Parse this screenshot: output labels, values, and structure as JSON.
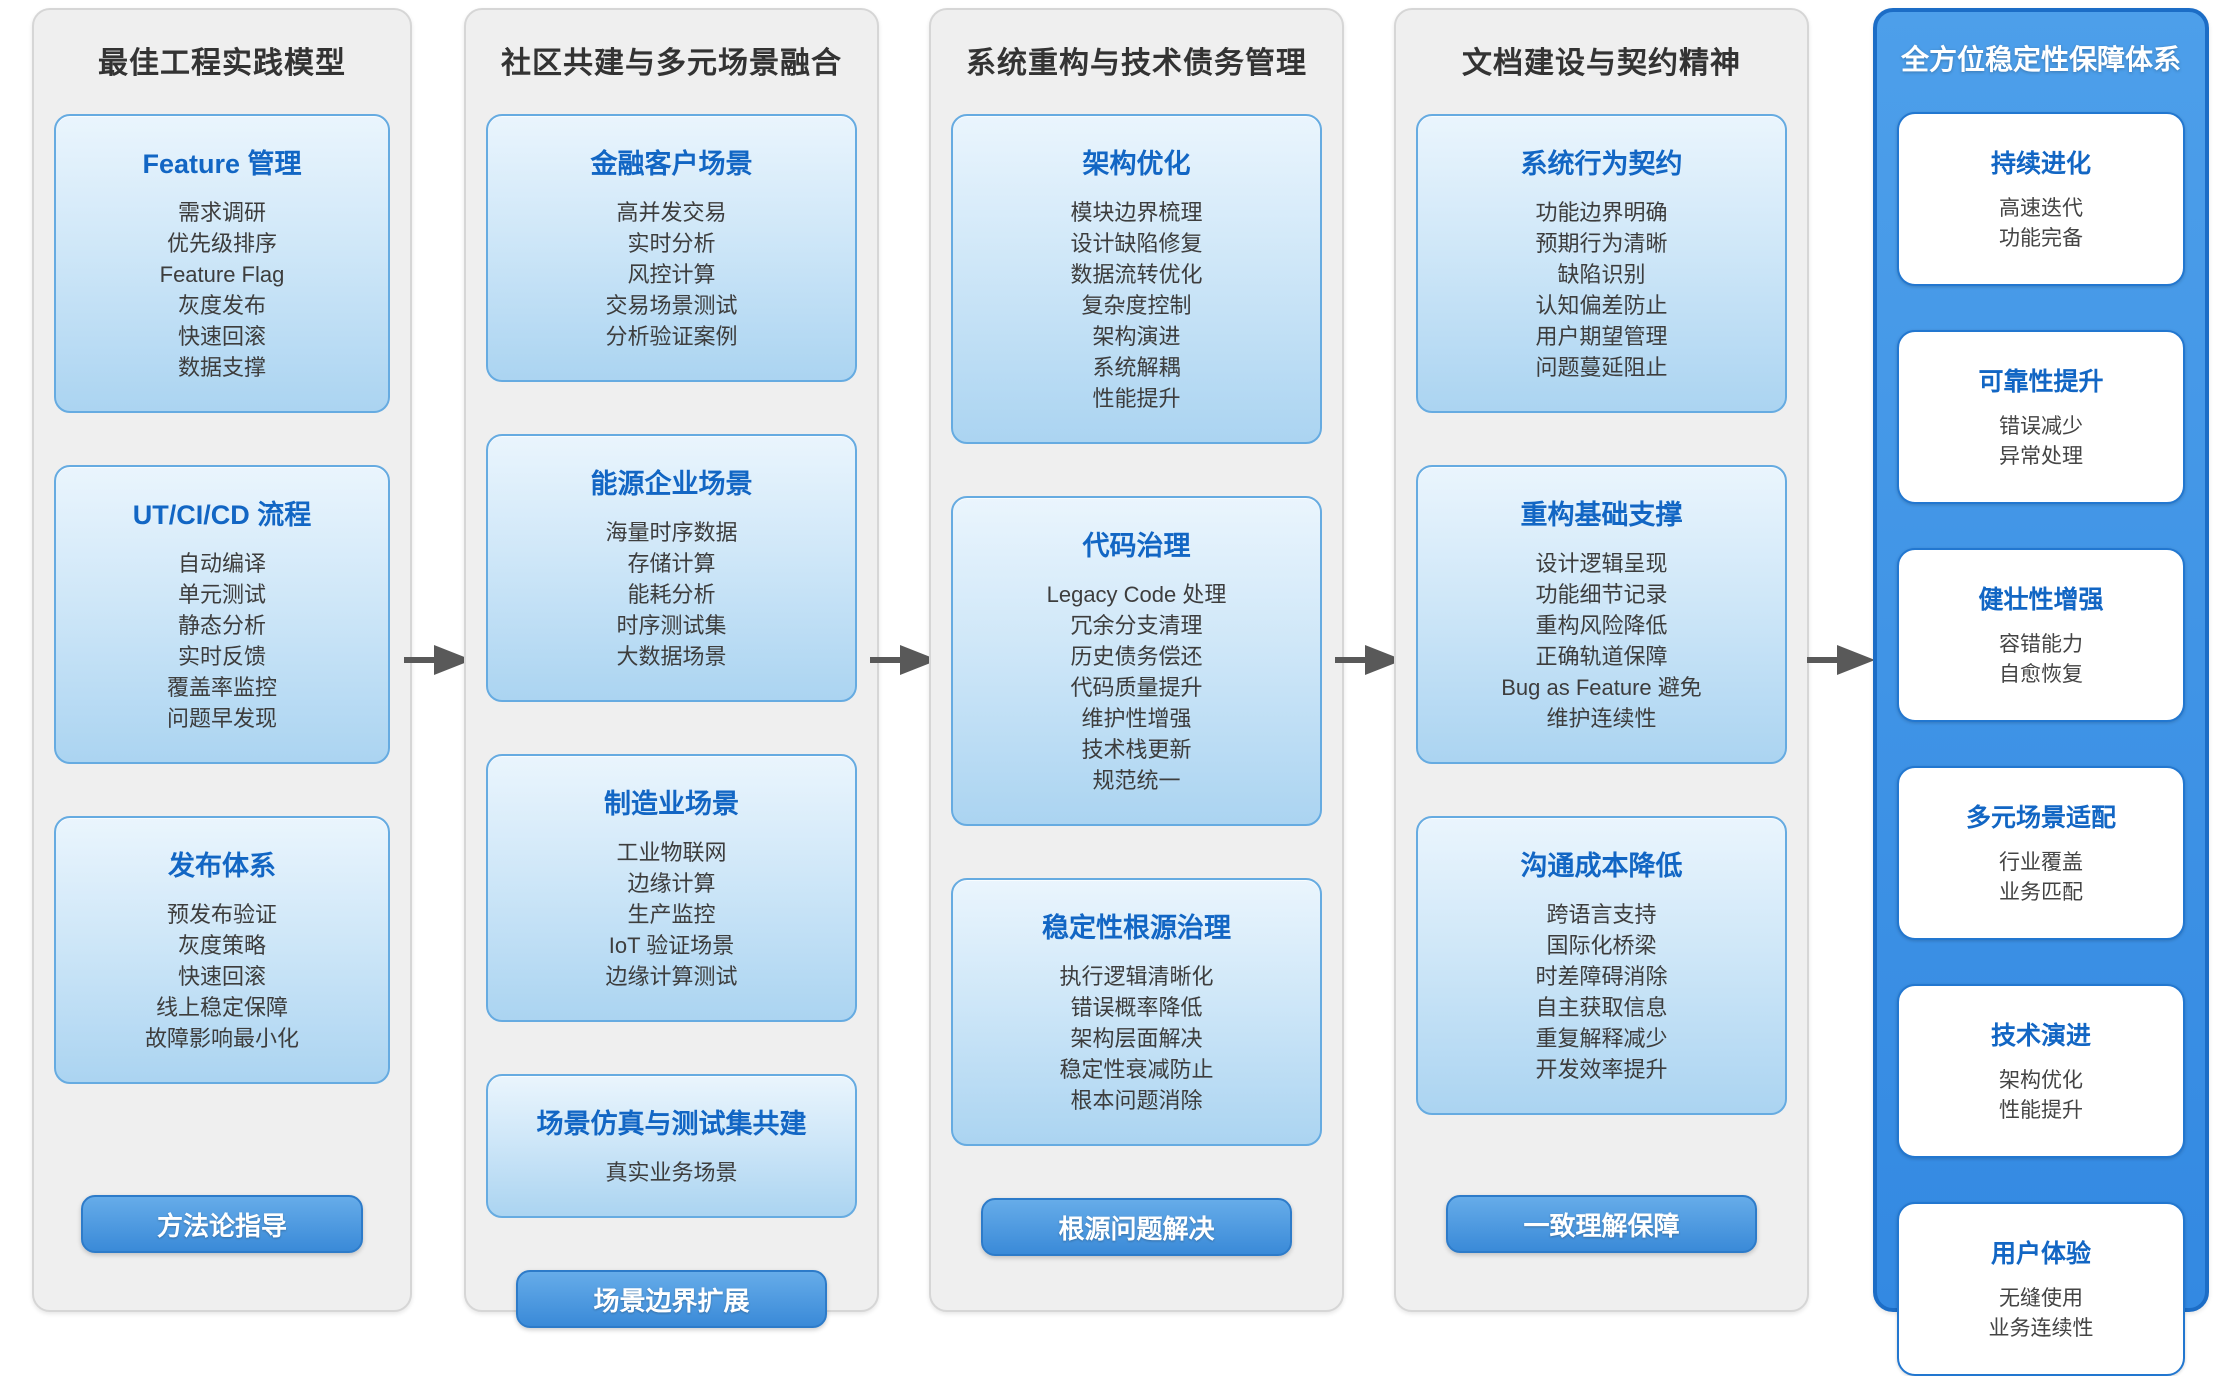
{
  "diagram": {
    "columns": [
      {
        "title": "最佳工程实践模型",
        "cards": [
          {
            "title": "Feature 管理",
            "items": [
              "需求调研",
              "优先级排序",
              "Feature Flag",
              "灰度发布",
              "快速回滚",
              "数据支撑"
            ]
          },
          {
            "title": "UT/CI/CD 流程",
            "items": [
              "自动编译",
              "单元测试",
              "静态分析",
              "实时反馈",
              "覆盖率监控",
              "问题早发现"
            ]
          },
          {
            "title": "发布体系",
            "items": [
              "预发布验证",
              "灰度策略",
              "快速回滚",
              "线上稳定保障",
              "故障影响最小化"
            ]
          }
        ],
        "button": "方法论指导"
      },
      {
        "title": "社区共建与多元场景融合",
        "cards": [
          {
            "title": "金融客户场景",
            "items": [
              "高并发交易",
              "实时分析",
              "风控计算",
              "交易场景测试",
              "分析验证案例"
            ]
          },
          {
            "title": "能源企业场景",
            "items": [
              "海量时序数据",
              "存储计算",
              "能耗分析",
              "时序测试集",
              "大数据场景"
            ]
          },
          {
            "title": "制造业场景",
            "items": [
              "工业物联网",
              "边缘计算",
              "生产监控",
              "IoT 验证场景",
              "边缘计算测试"
            ]
          },
          {
            "title": "场景仿真与测试集共建",
            "items": [
              "真实业务场景"
            ]
          }
        ],
        "button": "场景边界扩展"
      },
      {
        "title": "系统重构与技术债务管理",
        "cards": [
          {
            "title": "架构优化",
            "items": [
              "模块边界梳理",
              "设计缺陷修复",
              "数据流转优化",
              "复杂度控制",
              "架构演进",
              "系统解耦",
              "性能提升"
            ]
          },
          {
            "title": "代码治理",
            "items": [
              "Legacy Code 处理",
              "冗余分支清理",
              "历史债务偿还",
              "代码质量提升",
              "维护性增强",
              "技术栈更新",
              "规范统一"
            ]
          },
          {
            "title": "稳定性根源治理",
            "items": [
              "执行逻辑清晰化",
              "错误概率降低",
              "架构层面解决",
              "稳定性衰减防止",
              "根本问题消除"
            ]
          }
        ],
        "button": "根源问题解决"
      },
      {
        "title": "文档建设与契约精神",
        "cards": [
          {
            "title": "系统行为契约",
            "items": [
              "功能边界明确",
              "预期行为清晰",
              "缺陷识别",
              "认知偏差防止",
              "用户期望管理",
              "问题蔓延阻止"
            ]
          },
          {
            "title": "重构基础支撑",
            "items": [
              "设计逻辑呈现",
              "功能细节记录",
              "重构风险降低",
              "正确轨道保障",
              "Bug as Feature 避免",
              "维护连续性"
            ]
          },
          {
            "title": "沟通成本降低",
            "items": [
              "跨语言支持",
              "国际化桥梁",
              "时差障碍消除",
              "自主获取信息",
              "重复解释减少",
              "开发效率提升"
            ]
          }
        ],
        "button": "一致理解保障"
      },
      {
        "title": "全方位稳定性保障体系",
        "highlight": true,
        "cards": [
          {
            "title": "持续进化",
            "items": [
              "高速迭代",
              "功能完备"
            ]
          },
          {
            "title": "可靠性提升",
            "items": [
              "错误减少",
              "异常处理"
            ]
          },
          {
            "title": "健壮性增强",
            "items": [
              "容错能力",
              "自愈恢复"
            ]
          },
          {
            "title": "多元场景适配",
            "items": [
              "行业覆盖",
              "业务匹配"
            ]
          },
          {
            "title": "技术演进",
            "items": [
              "架构优化",
              "性能提升"
            ]
          },
          {
            "title": "用户体验",
            "items": [
              "无缝使用",
              "业务连续性"
            ]
          }
        ]
      }
    ]
  },
  "colors": {
    "panel_bg": "#efefef",
    "panel_border": "#d6d6d6",
    "card_border": "#66abe1",
    "card_gradient_top": "#eaf5fd",
    "card_gradient_bottom": "#abd4f1",
    "card_title_blue": "#1266c4",
    "item_text": "#3d3d3d",
    "button_gradient_top": "#66ace9",
    "button_gradient_bottom": "#3a8ad8",
    "button_border": "#2d7bc9",
    "button_text": "#ffffff",
    "highlight_panel_bg": "#3e96e8",
    "highlight_panel_border": "#1c6dc6",
    "white_card_border": "#2277d0",
    "arrow": "#595959",
    "header_text": "#333333"
  }
}
